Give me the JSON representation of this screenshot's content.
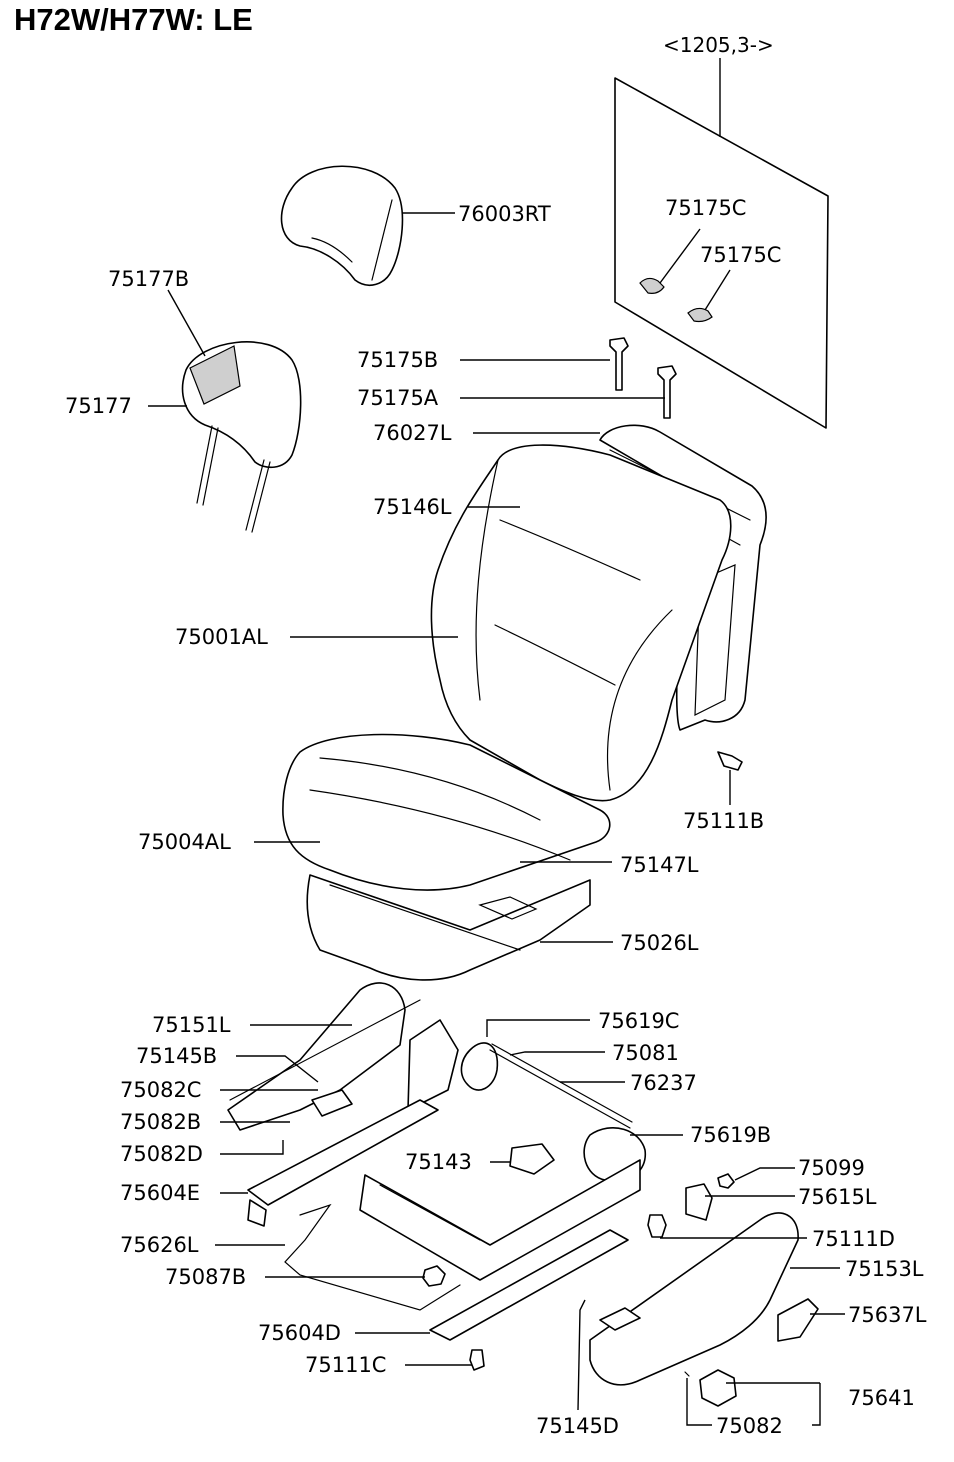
{
  "title": "H72W/H77W: LE",
  "reference": "<1205,3->",
  "callouts": {
    "p76003RT": "76003RT",
    "p75177B": "75177B",
    "p75177": "75177",
    "p75175C_1": "75175C",
    "p75175C_2": "75175C",
    "p75175B": "75175B",
    "p75175A": "75175A",
    "p76027L": "76027L",
    "p75146L": "75146L",
    "p75001AL": "75001AL",
    "p75111B": "75111B",
    "p75004AL": "75004AL",
    "p75147L": "75147L",
    "p75026L": "75026L",
    "p75151L": "75151L",
    "p75619C": "75619C",
    "p75145B": "75145B",
    "p75081": "75081",
    "p75082C": "75082C",
    "p76237": "76237",
    "p75082B": "75082B",
    "p75619B": "75619B",
    "p75082D": "75082D",
    "p75143": "75143",
    "p75099": "75099",
    "p75604E": "75604E",
    "p75615L": "75615L",
    "p75111D": "75111D",
    "p75626L": "75626L",
    "p75153L": "75153L",
    "p75087B": "75087B",
    "p75637L": "75637L",
    "p75604D": "75604D",
    "p75111C": "75111C",
    "p75641": "75641",
    "p75145D": "75145D",
    "p75082": "75082"
  }
}
